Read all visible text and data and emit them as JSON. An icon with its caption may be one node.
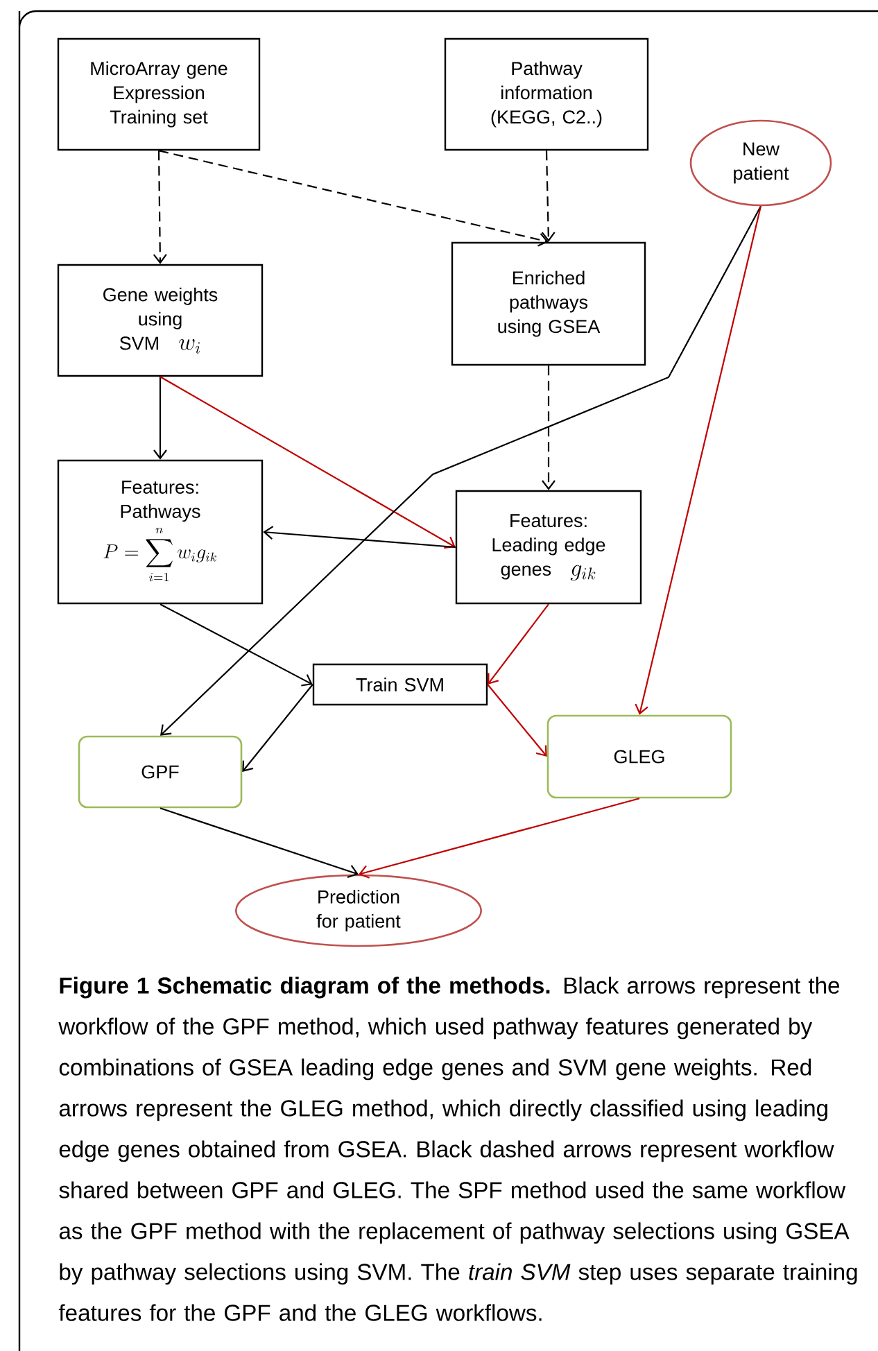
{
  "diagram": {
    "caption": "**Figure 1 Schematic diagram of the methods.** Black arrows represent the workflow of the GPF method, which used pathway features generated by combinations of GSEA leading edge genes and SVM gene weights. Red arrows represent the GLEG method, which directly classified using leading edge genes obtained from GSEA. Black dashed arrows represent workflow shared between GPF and GLEG. The SPF method used the same workflow as the GPF method with the replacement of pathway selections using GSEA by pathway selections using SVM. The *train SVM* step uses separate training features for the GPF and the GLEG workflows.",
    "nodes": [
      {
        "text": [
          "MicroArray gene Expression Training set"
        ]
      },
      {
        "text": [
          "Pathway information (KEGG, C2..)"
        ]
      },
      {
        "text": [
          "New patient"
        ]
      },
      {
        "text": [
          "Gene weights using SVM",
          "w_{i}"
        ]
      },
      {
        "text": [
          "Enriched pathways using GSEA"
        ]
      },
      {
        "text": [
          "Features: Pathways",
          "P=\\sum_{i=1}^{n} w_{i}g_{ik}"
        ]
      },
      {
        "text": [
          "Features: Leading edge genes",
          "g_{ik}"
        ]
      },
      {
        "text": [
          "Train SVM"
        ]
      },
      {
        "text": [
          "GPF"
        ]
      },
      {
        "text": [
          "GLEG"
        ]
      },
      {
        "text": [
          "Prediction for patient"
        ]
      }
    ],
    "edges": [
      {
        "from": 0,
        "to": 3,
        "arrow": "to",
        "style": "dashed"
      },
      {
        "from": 0,
        "to": 4,
        "arrow": "to",
        "style": "dashed"
      },
      {
        "from": 1,
        "to": 4,
        "arrow": "to",
        "style": "dashed"
      },
      {
        "from": 4,
        "to": 6,
        "arrow": "to",
        "style": "dashed"
      },
      {
        "from": 3,
        "to": 5,
        "arrow": "to"
      },
      {
        "from": 3,
        "to": 6,
        "arrow": "to",
        "color": "#c00000"
      },
      {
        "from": 6,
        "to": 5,
        "arrow": "to"
      },
      {
        "from": 5,
        "to": 7,
        "arrow": "to"
      },
      {
        "from": 6,
        "to": 7,
        "arrow": "to",
        "color": "#c00000"
      },
      {
        "from": 7,
        "to": 8,
        "arrow": "to"
      },
      {
        "from": 7,
        "to": 9,
        "arrow": "to",
        "color": "#c00000"
      },
      {
        "from": 2,
        "to": 8,
        "arrow": "to"
      },
      {
        "from": 2,
        "to": 9,
        "arrow": "to",
        "color": "#c00000"
      },
      {
        "from": 8,
        "to": 10,
        "arrow": "to"
      },
      {
        "from": 9,
        "to": 10,
        "arrow": "to",
        "color": "#c00000"
      }
    ]
  }
}
